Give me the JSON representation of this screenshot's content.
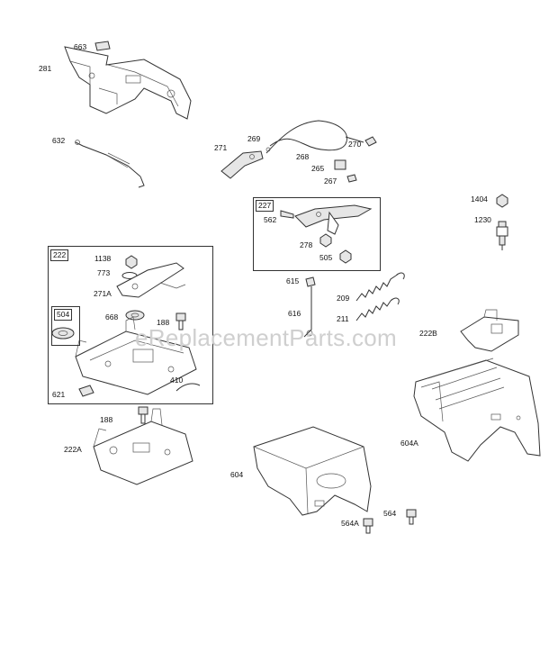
{
  "watermark": "eReplacementParts.com",
  "groups": {
    "g222": "222",
    "g504": "504",
    "g227": "227"
  },
  "labels": {
    "l663": "663",
    "l281": "281",
    "l632": "632",
    "l269": "269",
    "l271": "271",
    "l268": "268",
    "l270": "270",
    "l265": "265",
    "l267": "267",
    "l1404": "1404",
    "l1230": "1230",
    "l562": "562",
    "l278": "278",
    "l505": "505",
    "l1138": "1138",
    "l773": "773",
    "l271A": "271A",
    "l668": "668",
    "l188a": "188",
    "l621": "621",
    "l410": "410",
    "l615": "615",
    "l616": "616",
    "l209": "209",
    "l211": "211",
    "l222B": "222B",
    "l188b": "188",
    "l222A": "222A",
    "l604A": "604A",
    "l604": "604",
    "l564": "564",
    "l564A": "564A"
  }
}
